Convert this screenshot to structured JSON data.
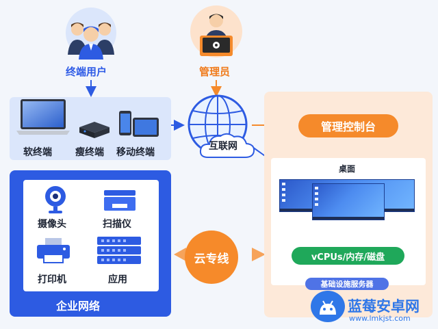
{
  "nodes": {
    "end_users": "终端用户",
    "admin": "管理员",
    "internet": "互联网",
    "console": "管理控制台",
    "desktop": "桌面",
    "vcpus": "vCPUs/内存/磁盘",
    "infra": "基础设施服务器",
    "cloud_line": "云专线",
    "enterprise_network": "企业网络"
  },
  "terminals": [
    "软终端",
    "瘦终端",
    "移动终端"
  ],
  "enterprise_devices": [
    "摄像头",
    "扫描仪",
    "打印机",
    "应用"
  ],
  "watermark": {
    "name": "蓝莓安卓网",
    "url": "www.lmkjst.com"
  },
  "colors": {
    "blue": "#2d5be2",
    "orange": "#f58a2b",
    "green": "#1fa85a",
    "light_blue": "#dbe6fb",
    "light_orange": "#fde9d9"
  }
}
